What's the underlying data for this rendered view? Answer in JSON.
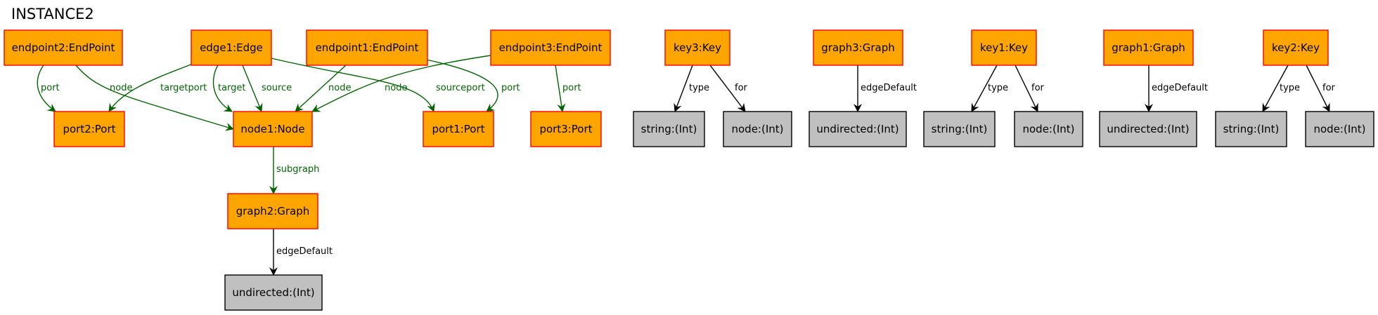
{
  "title": "INSTANCE2",
  "colors": {
    "object_fill": "#ffa500",
    "object_stroke": "#ff0000",
    "value_fill": "#c0c0c0",
    "value_stroke": "#000000",
    "green_edge": "#006400",
    "black_edge": "#000000"
  },
  "nodes": {
    "endpoint2": {
      "label": "endpoint2:EndPoint",
      "kind": "object"
    },
    "edge1": {
      "label": "edge1:Edge",
      "kind": "object"
    },
    "endpoint1": {
      "label": "endpoint1:EndPoint",
      "kind": "object"
    },
    "endpoint3": {
      "label": "endpoint3:EndPoint",
      "kind": "object"
    },
    "port2": {
      "label": "port2:Port",
      "kind": "object"
    },
    "node1": {
      "label": "node1:Node",
      "kind": "object"
    },
    "port1": {
      "label": "port1:Port",
      "kind": "object"
    },
    "port3": {
      "label": "port3:Port",
      "kind": "object"
    },
    "graph2": {
      "label": "graph2:Graph",
      "kind": "object"
    },
    "undirected_g2": {
      "label": "undirected:(Int)",
      "kind": "value"
    },
    "key3": {
      "label": "key3:Key",
      "kind": "object"
    },
    "string_k3": {
      "label": "string:(Int)",
      "kind": "value"
    },
    "node_k3": {
      "label": "node:(Int)",
      "kind": "value"
    },
    "graph3": {
      "label": "graph3:Graph",
      "kind": "object"
    },
    "undirected_g3": {
      "label": "undirected:(Int)",
      "kind": "value"
    },
    "key1": {
      "label": "key1:Key",
      "kind": "object"
    },
    "string_k1": {
      "label": "string:(Int)",
      "kind": "value"
    },
    "node_k1": {
      "label": "node:(Int)",
      "kind": "value"
    },
    "graph1": {
      "label": "graph1:Graph",
      "kind": "object"
    },
    "undirected_g1": {
      "label": "undirected:(Int)",
      "kind": "value"
    },
    "key2": {
      "label": "key2:Key",
      "kind": "object"
    },
    "string_k2": {
      "label": "string:(Int)",
      "kind": "value"
    },
    "node_k2": {
      "label": "node:(Int)",
      "kind": "value"
    }
  },
  "edges": [
    {
      "id": "e_ep2_port",
      "from": "endpoint2",
      "to": "port2",
      "label": "port",
      "style": "green"
    },
    {
      "id": "e_ep2_node",
      "from": "endpoint2",
      "to": "node1",
      "label": "node",
      "style": "green"
    },
    {
      "id": "e_edge1_targetport",
      "from": "edge1",
      "to": "port2",
      "label": "targetport",
      "style": "green"
    },
    {
      "id": "e_edge1_target",
      "from": "edge1",
      "to": "node1",
      "label": "target",
      "style": "green"
    },
    {
      "id": "e_edge1_source",
      "from": "edge1",
      "to": "node1",
      "label": "source",
      "style": "green"
    },
    {
      "id": "e_edge1_sourceport",
      "from": "edge1",
      "to": "port1",
      "label": "sourceport",
      "style": "green"
    },
    {
      "id": "e_ep1_node",
      "from": "endpoint1",
      "to": "node1",
      "label": "node",
      "style": "green"
    },
    {
      "id": "e_ep1_port",
      "from": "endpoint1",
      "to": "port1",
      "label": "port",
      "style": "green"
    },
    {
      "id": "e_ep3_node",
      "from": "endpoint3",
      "to": "node1",
      "label": "node",
      "style": "green"
    },
    {
      "id": "e_ep3_port",
      "from": "endpoint3",
      "to": "port3",
      "label": "port",
      "style": "green"
    },
    {
      "id": "e_node1_subgraph",
      "from": "node1",
      "to": "graph2",
      "label": "subgraph",
      "style": "green"
    },
    {
      "id": "e_graph2_edgedefault",
      "from": "graph2",
      "to": "undirected_g2",
      "label": "edgeDefault",
      "style": "black"
    },
    {
      "id": "e_key3_type",
      "from": "key3",
      "to": "string_k3",
      "label": "type",
      "style": "black"
    },
    {
      "id": "e_key3_for",
      "from": "key3",
      "to": "node_k3",
      "label": "for",
      "style": "black"
    },
    {
      "id": "e_graph3_edgedefault",
      "from": "graph3",
      "to": "undirected_g3",
      "label": "edgeDefault",
      "style": "black"
    },
    {
      "id": "e_key1_type",
      "from": "key1",
      "to": "string_k1",
      "label": "type",
      "style": "black"
    },
    {
      "id": "e_key1_for",
      "from": "key1",
      "to": "node_k1",
      "label": "for",
      "style": "black"
    },
    {
      "id": "e_graph1_edgedefault",
      "from": "graph1",
      "to": "undirected_g1",
      "label": "edgeDefault",
      "style": "black"
    },
    {
      "id": "e_key2_type",
      "from": "key2",
      "to": "string_k2",
      "label": "type",
      "style": "black"
    },
    {
      "id": "e_key2_for",
      "from": "key2",
      "to": "node_k2",
      "label": "for",
      "style": "black"
    }
  ]
}
